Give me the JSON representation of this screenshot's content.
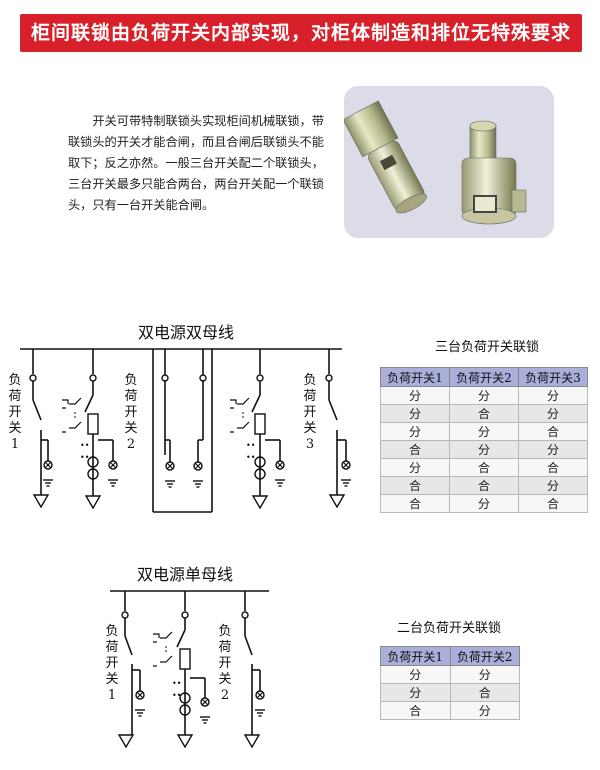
{
  "banner": "柜间联锁由负荷开关内部实现，对柜体制造和排位无特殊要求",
  "intro": "开关可带特制联锁头实现柜间机械联锁，带联锁头的开关才能合闸，而且合闸后联锁头不能取下；反之亦然。一般三台开关配二个联锁头，三台开关最多只能合两台，两台开关配一个联锁头，只有一台开关能合闸。",
  "diagram1": {
    "title": "双电源双母线",
    "switch1": [
      "负",
      "荷",
      "开",
      "关",
      "1"
    ],
    "switch2": [
      "负",
      "荷",
      "开",
      "关",
      "2"
    ],
    "switch3": [
      "负",
      "荷",
      "开",
      "关",
      "3"
    ]
  },
  "diagram2": {
    "title": "双电源单母线",
    "switch1": [
      "负",
      "荷",
      "开",
      "关",
      "1"
    ],
    "switch2": [
      "负",
      "荷",
      "开",
      "关",
      "2"
    ]
  },
  "table3": {
    "title": "三台负荷开关联锁",
    "headers": [
      "负荷开关1",
      "负荷开关2",
      "负荷开关3"
    ],
    "rows": [
      [
        "分",
        "分",
        "分"
      ],
      [
        "分",
        "合",
        "分"
      ],
      [
        "分",
        "分",
        "合"
      ],
      [
        "合",
        "分",
        "分"
      ],
      [
        "分",
        "合",
        "合"
      ],
      [
        "合",
        "合",
        "分"
      ],
      [
        "合",
        "分",
        "合"
      ]
    ]
  },
  "table2": {
    "title": "二台负荷开关联锁",
    "headers": [
      "负荷开关1",
      "负荷开关2"
    ],
    "rows": [
      [
        "分",
        "分"
      ],
      [
        "分",
        "合"
      ],
      [
        "合",
        "分"
      ]
    ]
  }
}
